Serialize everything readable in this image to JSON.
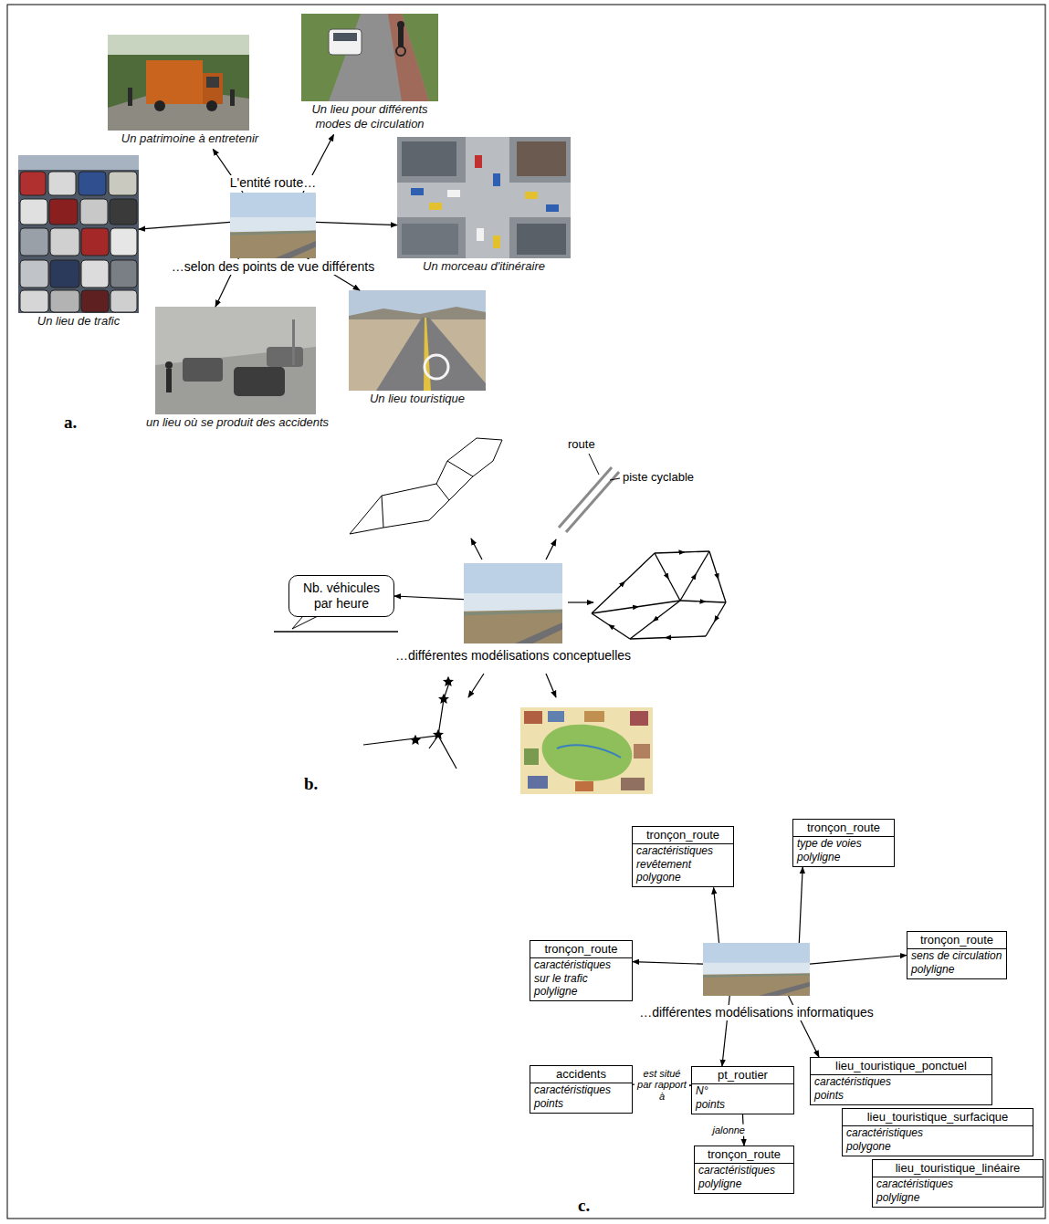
{
  "diagram": {
    "nodes": [
      {
        "text": [
          "Un lieu pour différents modes de circulation"
        ]
      },
      {
        "text": [
          "Un patrimoine à entretenir"
        ]
      },
      {
        "text": [
          "Un lieu de trafic"
        ]
      },
      {
        "text": [
          "L'entité route…",
          "…selon des points de vue différents"
        ]
      },
      {
        "text": [
          "Un morceau d'itinéraire"
        ]
      },
      {
        "text": [
          "Un lieu touristique"
        ]
      },
      {
        "text": [
          "un lieu où se produit des accidents"
        ]
      },
      {
        "text": [
          "Nb. véhicules par heure"
        ]
      },
      {
        "text": [
          "…différentes modélisations conceptuelles"
        ]
      },
      {
        "text": [
          "tronçon_route",
          "caractéristiques revêtement",
          "polygone"
        ]
      },
      {
        "text": [
          "tronçon_route",
          "type de voies",
          "polyligne"
        ]
      },
      {
        "text": [
          "tronçon_route",
          "caractéristiques sur le trafic",
          "polyligne"
        ]
      },
      {
        "text": [
          "…différentes modélisations informatiques"
        ]
      },
      {
        "text": [
          "tronçon_route",
          "sens de circulation",
          "polyligne"
        ]
      },
      {
        "text": [
          "accidents",
          "caractéristiques",
          "points"
        ]
      },
      {
        "text": [
          "pt_routier",
          "N°",
          "points"
        ]
      },
      {
        "text": [
          "lieu_touristique_ponctuel",
          "caractéristiques",
          "points"
        ]
      },
      {
        "text": [
          "lieu_touristique_surfacique",
          "caractéristiques",
          "polygone"
        ]
      },
      {
        "text": [
          "tronçon_route",
          "caractéristiques",
          "polyligne"
        ]
      },
      {
        "text": [
          "lieu_touristique_linéaire",
          "caractéristiques",
          "polyligne"
        ]
      }
    ],
    "edges": [
      {
        "from": 3,
        "to": 1,
        "arrow": "to"
      },
      {
        "from": 3,
        "to": 0,
        "arrow": "to"
      },
      {
        "from": 3,
        "to": 4,
        "arrow": "to"
      },
      {
        "from": 3,
        "to": 5,
        "arrow": "to"
      },
      {
        "from": 3,
        "to": 6,
        "arrow": "to"
      },
      {
        "from": 3,
        "to": 2,
        "arrow": "to"
      },
      {
        "from": 8,
        "to": 7,
        "arrow": "to"
      },
      {
        "from": 12,
        "to": 9,
        "arrow": "to"
      },
      {
        "from": 12,
        "to": 10,
        "arrow": "to"
      },
      {
        "from": 12,
        "to": 11,
        "arrow": "to"
      },
      {
        "from": 12,
        "to": 13,
        "arrow": "to"
      },
      {
        "from": 12,
        "to": 15,
        "arrow": "to"
      },
      {
        "from": 12,
        "to": 16,
        "arrow": "to"
      },
      {
        "from": 14,
        "to": 15,
        "label": "est situé par rapport à",
        "arrow": "to"
      },
      {
        "from": 15,
        "to": 18,
        "label": "jalonne",
        "arrow": "to"
      }
    ],
    "labels": [
      "a.",
      "route",
      "piste cyclable",
      "b.",
      "c."
    ]
  }
}
